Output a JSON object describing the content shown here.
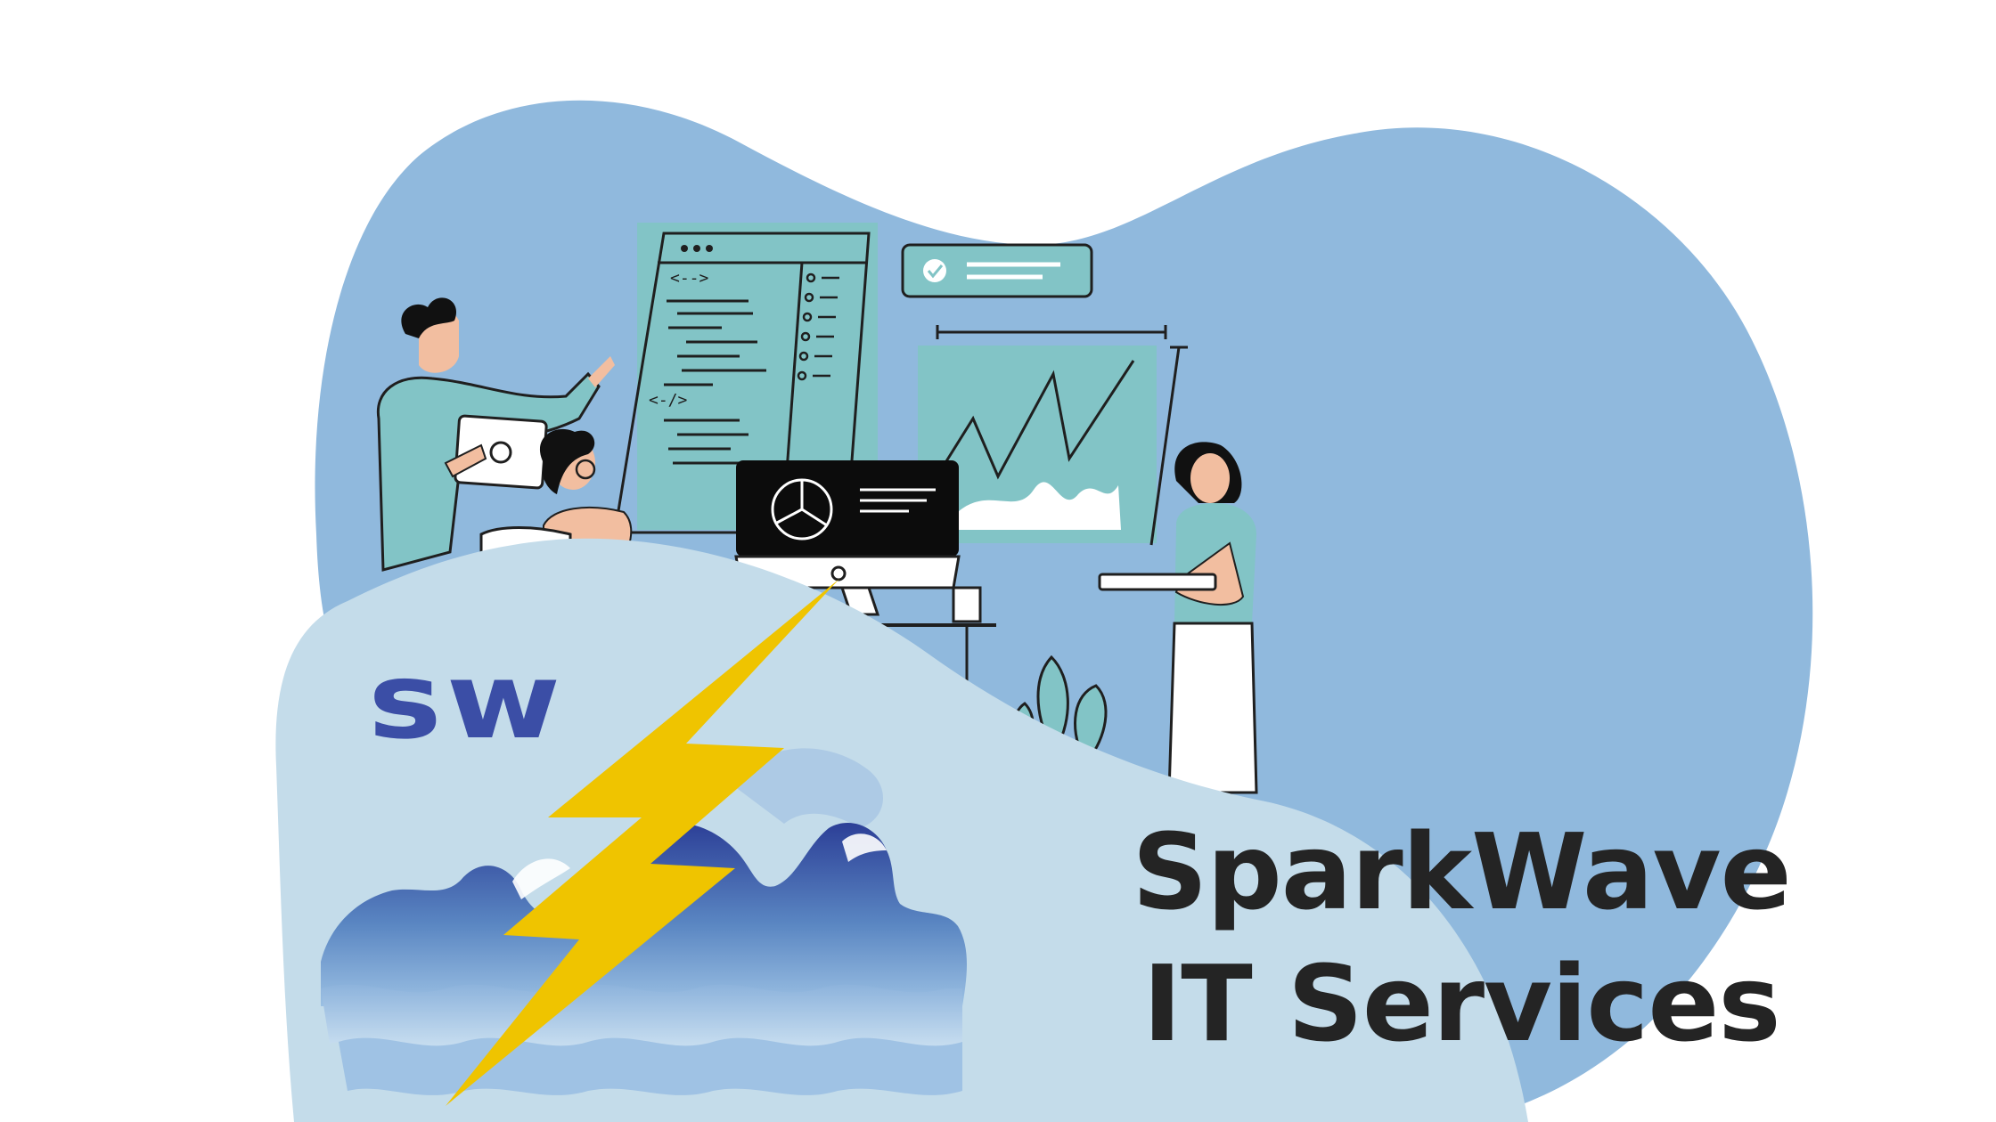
{
  "logo": {
    "text": "sw"
  },
  "title": {
    "line1": "SparkWave",
    "line2": "IT Services"
  },
  "illustration": {
    "code_panel": {
      "tag_open": "<-->",
      "tag_close": "<-/>"
    }
  },
  "colors": {
    "background": "#ffffff",
    "blob_blue": "#90b9dd",
    "wave_light": "#c4dcea",
    "teal": "#82c4c6",
    "lightning": "#efc400",
    "logo_blue": "#3b4ea6",
    "title_dark": "#242424"
  }
}
